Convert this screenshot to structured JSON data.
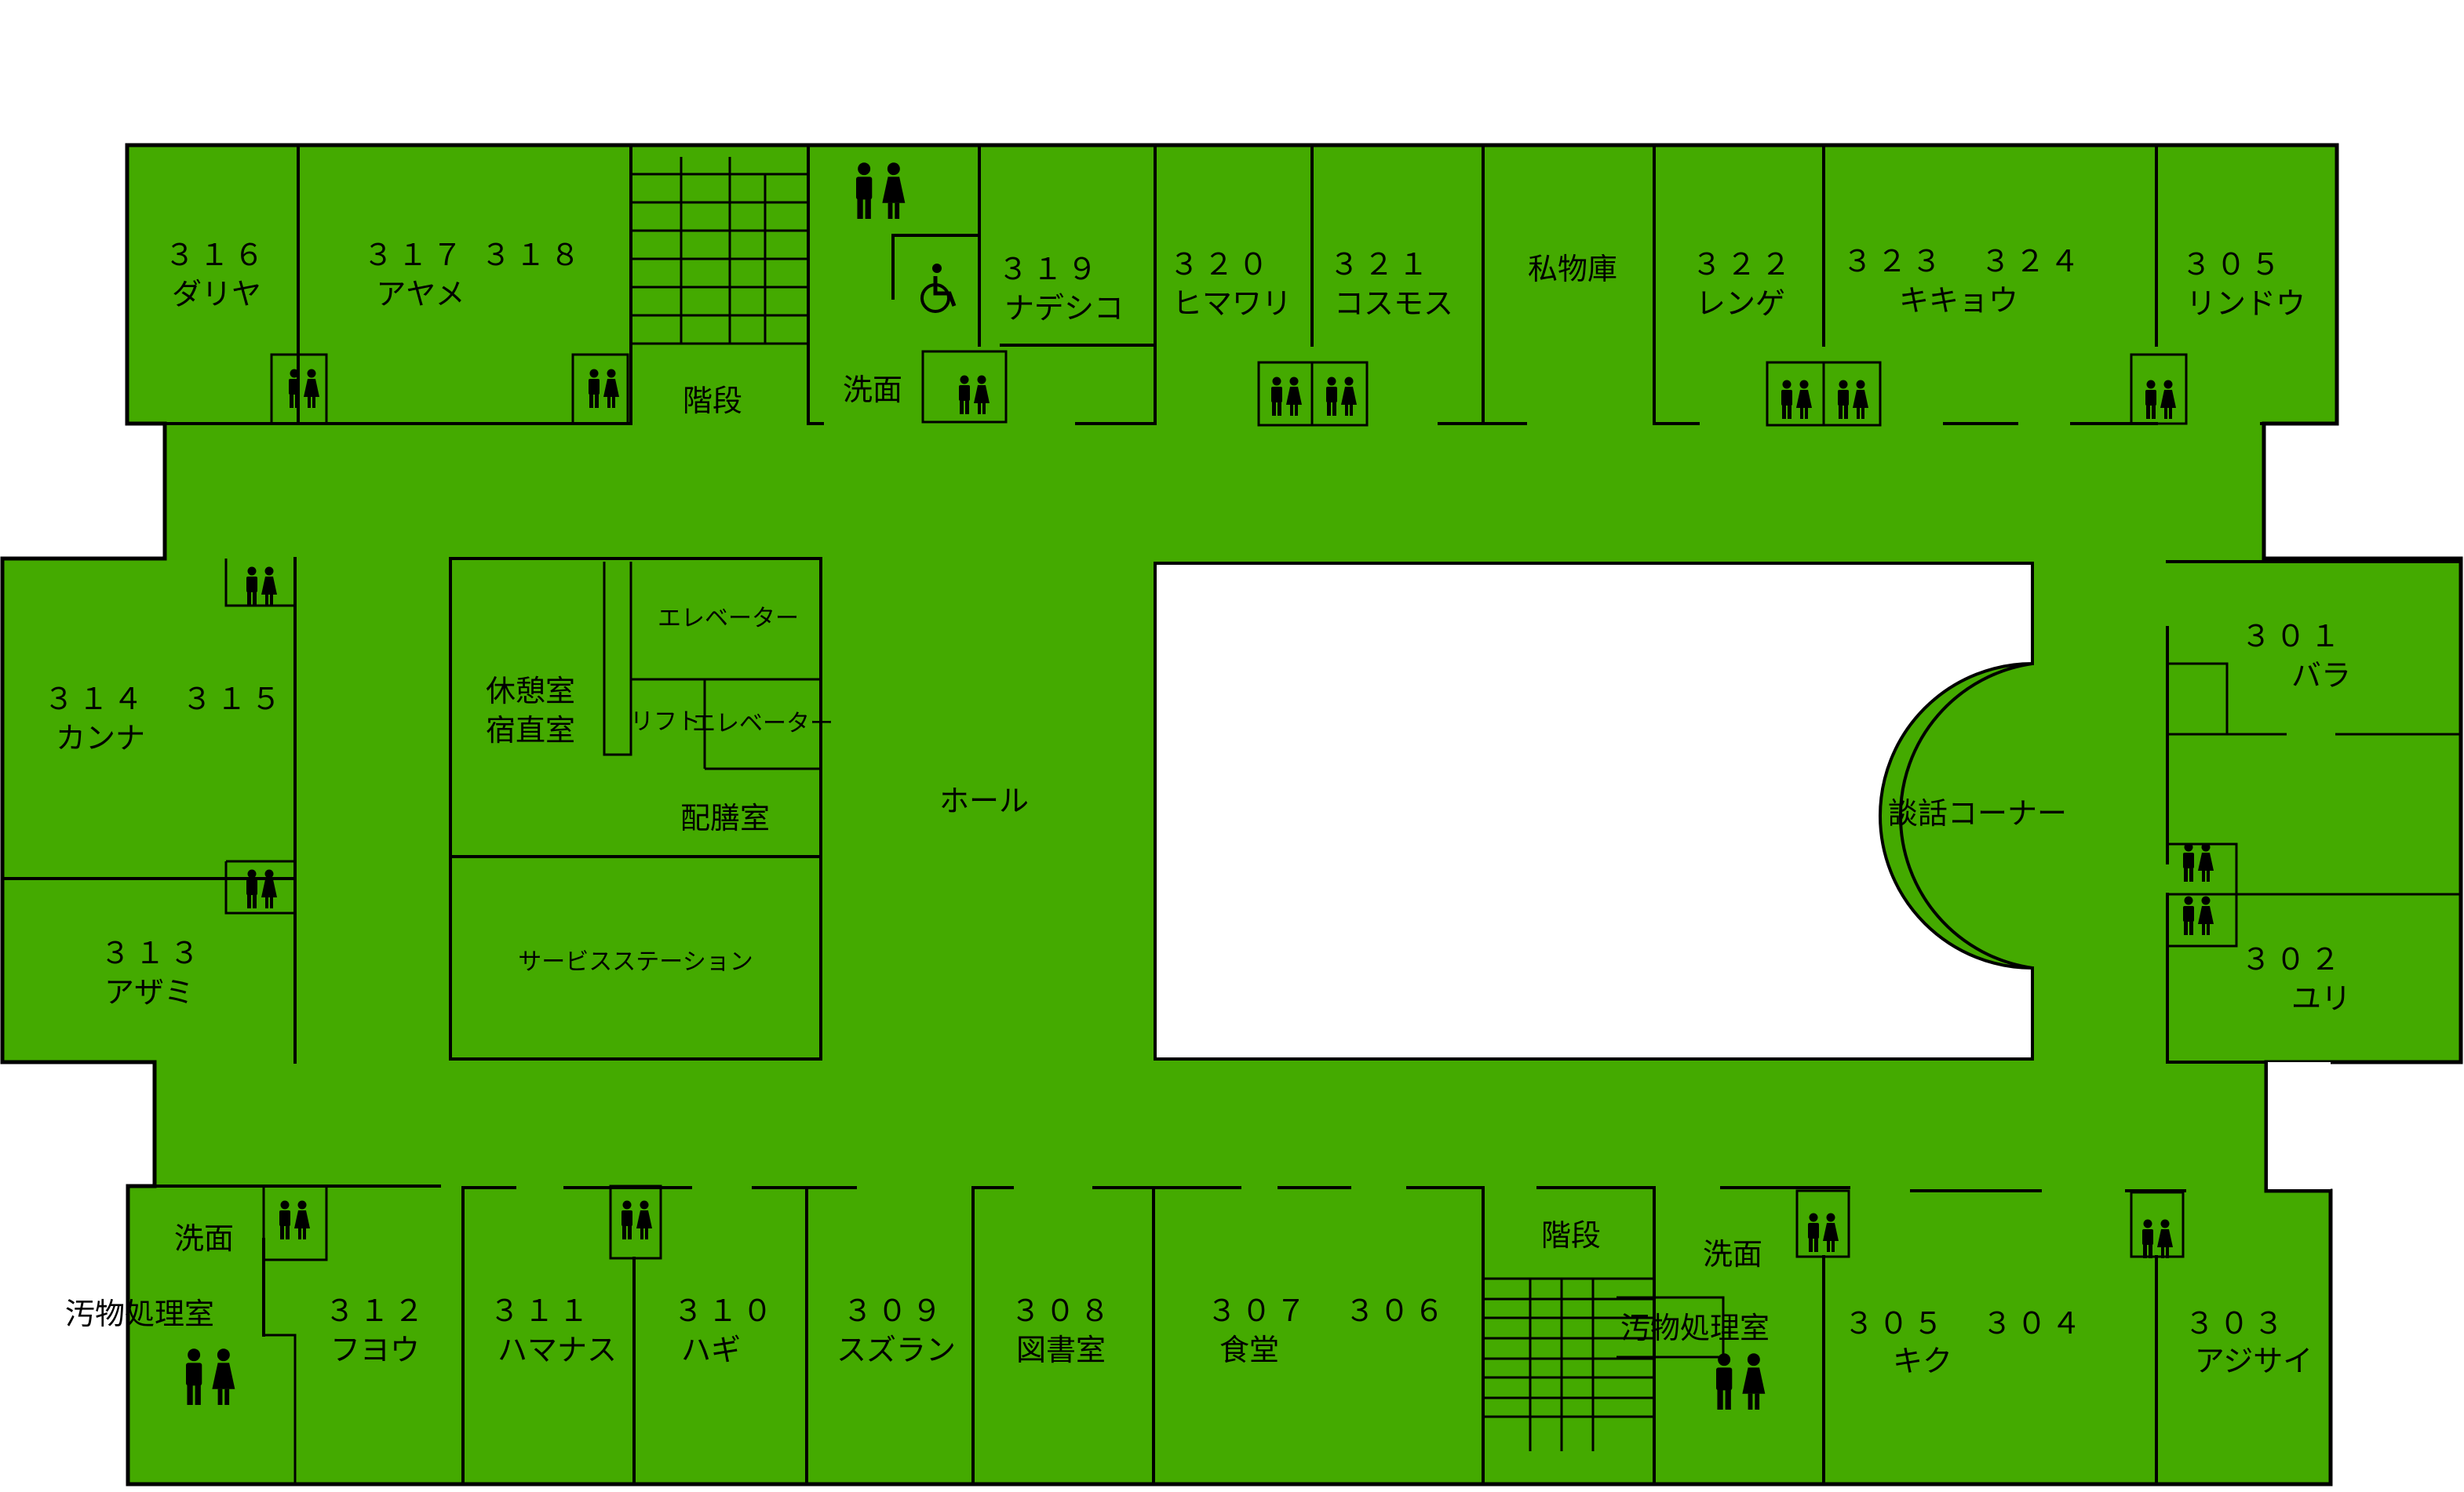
{
  "colors": {
    "floor": "#44aa00",
    "wall": "#000000",
    "void": "#ffffff"
  },
  "rooms": {
    "r316": {
      "num": "３１６",
      "name": "ダリヤ"
    },
    "r317": {
      "num": "３１７ ３１８",
      "name": "アヤメ"
    },
    "stairs_top": {
      "name": "階段"
    },
    "wash_top": {
      "name": "洗面"
    },
    "r319": {
      "num": "３１９",
      "name": "ナデシコ"
    },
    "r320": {
      "num": "３２０",
      "name": "ヒマワリ"
    },
    "r321": {
      "num": "３２１",
      "name": "コスモス"
    },
    "storage": {
      "name": "私物庫"
    },
    "r322": {
      "num": "３２２",
      "name": "レンゲ"
    },
    "r323": {
      "num": "３２３　３２４",
      "name": "キキョウ"
    },
    "r305top": {
      "num": "３０５",
      "name": "リンドウ"
    },
    "r314": {
      "num": "３１４　３１５",
      "name": "カンナ"
    },
    "r313": {
      "num": "３１３",
      "name": "アザミ"
    },
    "lounge": {
      "name1": "休憩室",
      "name2": "宿直室"
    },
    "elevator1": {
      "name": "エレベーター"
    },
    "lift": {
      "name": "リフト"
    },
    "elevator2": {
      "name": "エレベーター"
    },
    "pantry": {
      "name": "配膳室"
    },
    "service": {
      "name": "サービスステーション"
    },
    "hall": {
      "name": "ホール"
    },
    "corner": {
      "name": "談話コーナー"
    },
    "r301": {
      "num": "３０１",
      "name": "バラ"
    },
    "r302": {
      "num": "３０２",
      "name": "ユリ"
    },
    "wash_bl": {
      "name": "洗面"
    },
    "soil_bl": {
      "name": "汚物処理室"
    },
    "r312": {
      "num": "３１２",
      "name": "フヨウ"
    },
    "r311": {
      "num": "３１１",
      "name": "ハマナス"
    },
    "r310": {
      "num": "３１０",
      "name": "ハギ"
    },
    "r309": {
      "num": "３０９",
      "name": "スズラン"
    },
    "r308": {
      "num": "３０８",
      "name": "図書室"
    },
    "r307": {
      "num": "３０７　３０６",
      "name": "食堂"
    },
    "stairs_bottom": {
      "name": "階段"
    },
    "wash_br": {
      "name": "洗面"
    },
    "soil_br": {
      "name": "汚物処理室"
    },
    "r305": {
      "num": "３０５　３０４",
      "name": "キク"
    },
    "r303": {
      "num": "３０３",
      "name": "アジサイ"
    }
  }
}
